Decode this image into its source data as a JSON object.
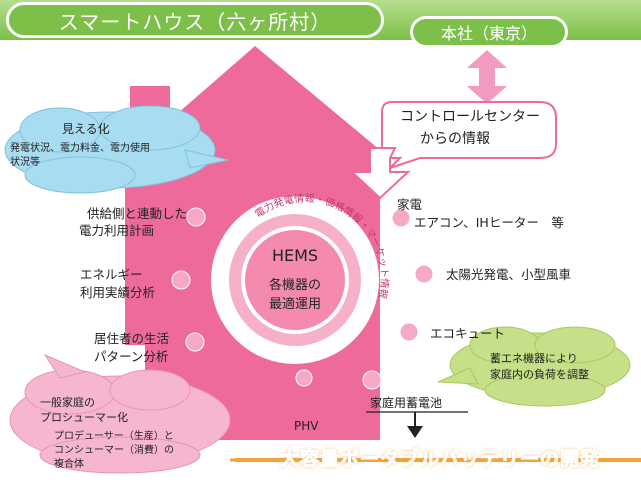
{
  "header": {
    "title": "スマートハウス（六ヶ所村）",
    "hq": "本社（東京）"
  },
  "callout_control": {
    "line1": "コントロールセンター",
    "line2": "からの情報"
  },
  "mieruka": {
    "title": "見える化",
    "line1": "発電状況、電力料金、電力使用",
    "line2": "状況等"
  },
  "hems": {
    "title": "HEMS",
    "line1": "各機器の",
    "line2": "最適運用"
  },
  "ring_text": "電力発電情報・価格情報・マーケット情報",
  "left_labels": {
    "plan_1": "供給側と連動した",
    "plan_2": "電力利用計画",
    "energy_1": "エネルギー",
    "energy_2": "利用実績分析",
    "life_1": "居住者の生活",
    "life_2": "パターン分析"
  },
  "right_labels": {
    "appliance_1": "家電",
    "appliance_2": "エアコン、IHヒーター　等",
    "solar": "太陽光発電、小型風車",
    "ecocute": "エコキュート",
    "battery": "家庭用蓄電池"
  },
  "phv": "PHV",
  "storage_cloud": {
    "line1": "蓄エネ機器により",
    "line2": "家庭内の負荷を調整"
  },
  "prosumer": {
    "line1": "一般家庭の",
    "line2": "プロシューマー化",
    "line3": "プロデューサー（生産）と",
    "line4": "コンシューマー（消費）の",
    "line5": "複合体"
  },
  "banner": "大容量ポータブルバッテリーの開発",
  "colors": {
    "house": "#ee6a9a",
    "header_green": "#7cc04a",
    "cloud_blue": "#a8dcf0",
    "cloud_green": "#c6e08a",
    "cloud_pink": "#f6b6cf",
    "banner_orange": "#f4a23c",
    "arrow_pink": "#f39ac0"
  }
}
